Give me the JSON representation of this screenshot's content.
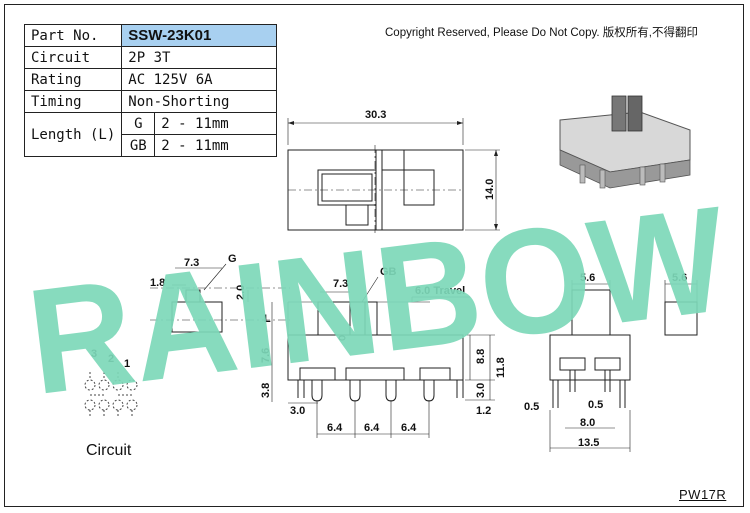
{
  "spec_table": {
    "part_no_label": "Part No.",
    "part_no_value": "SSW-23K01",
    "circuit_label": "Circuit",
    "circuit_value": "2P 3T",
    "rating_label": "Rating",
    "rating_value": "AC 125V 6A",
    "timing_label": "Timing",
    "timing_value": "Non-Shorting",
    "length_label": "Length (L)",
    "length_g_code": "G",
    "length_g_value": "2 - 11mm",
    "length_gb_code": "GB",
    "length_gb_value": "2 - 11mm"
  },
  "copyright": "Copyright Reserved, Please Do Not Copy. 版权所有,不得翻印",
  "watermark": "RAINBOW",
  "drawing_code": "PW17R",
  "circuit_caption": "Circuit",
  "circuit_pins": [
    "3",
    "2",
    "1"
  ],
  "dimensions": {
    "top_width": "30.3",
    "top_height": "14.0",
    "g_offset": "1.8",
    "g_width": "7.3",
    "g_label": "G",
    "g_height": "2.0",
    "gb_width": "7.3",
    "gb_label": "GB",
    "travel": "6.0 Travel",
    "l_label": "L",
    "body_height": "7.6",
    "pin_height": "3.8",
    "pin_offset": "3.0",
    "pitch_1": "6.4",
    "pitch_2": "6.4",
    "pitch_3": "6.4",
    "right_height_1": "8.8",
    "right_height_2": "11.8",
    "right_pin": "3.0",
    "right_offset": "1.2",
    "side_knob": "5.6",
    "side_pin_l": "0.5",
    "side_pin_r": "0.5",
    "side_inner": "8.0",
    "side_width": "13.5",
    "end_knob": "5.6"
  },
  "colors": {
    "watermark": "#7dd8b9",
    "highlight": "#a8d0f0",
    "dim_line": "#00a0e0"
  }
}
